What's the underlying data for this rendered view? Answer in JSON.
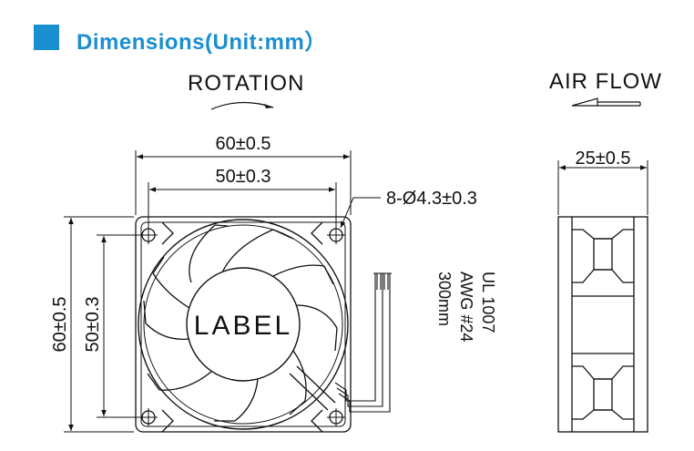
{
  "header": {
    "title": "Dimensions(Unit:mm）"
  },
  "labels": {
    "rotation": "ROTATION",
    "air_flow": "AIR FLOW",
    "width_outer": "60±0.5",
    "width_inner": "50±0.3",
    "height_outer": "60±0.5",
    "height_inner": "50±0.3",
    "holes": "8-Ø4.3±0.3",
    "depth": "25±0.5",
    "fan_label": "LABEL",
    "wire_std": "UL 1007",
    "wire_gauge": "AWG #24",
    "wire_len": "300mm"
  },
  "colors": {
    "accent": "#1a8fd0",
    "line": "#111111"
  }
}
